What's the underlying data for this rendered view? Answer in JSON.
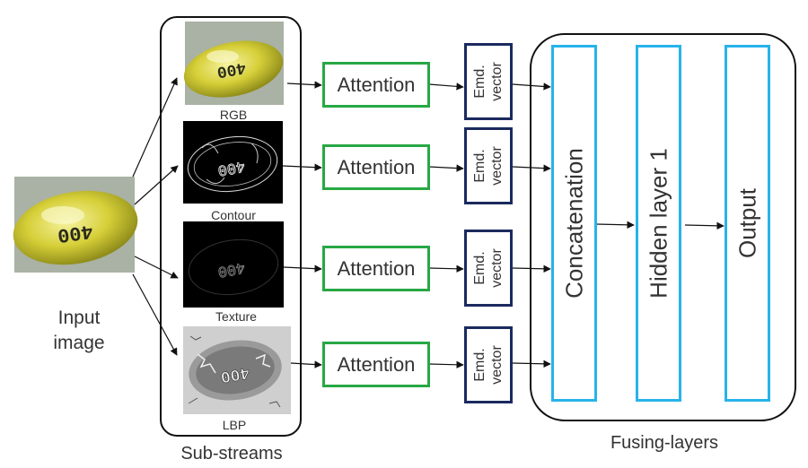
{
  "input": {
    "caption_line1": "Input",
    "caption_line2": "image"
  },
  "substreams": {
    "title": "Sub-streams",
    "items": [
      {
        "label": "RGB"
      },
      {
        "label": "Contour"
      },
      {
        "label": "Texture"
      },
      {
        "label": "LBP"
      }
    ]
  },
  "attention": {
    "label": "Attention"
  },
  "embedding": {
    "line1": "Emd.",
    "line2": "vector"
  },
  "fusing": {
    "title": "Fusing-layers",
    "layers": [
      "Concatenation",
      "Hidden layer 1",
      "Output"
    ]
  },
  "capsule_marking": "400",
  "colors": {
    "attention_border": "#27a844",
    "embedding_border": "#1b2a5e",
    "fusing_border": "#27b3ea",
    "capsule_fill": "#d9d340",
    "photo_background": "#a9b2a4"
  }
}
